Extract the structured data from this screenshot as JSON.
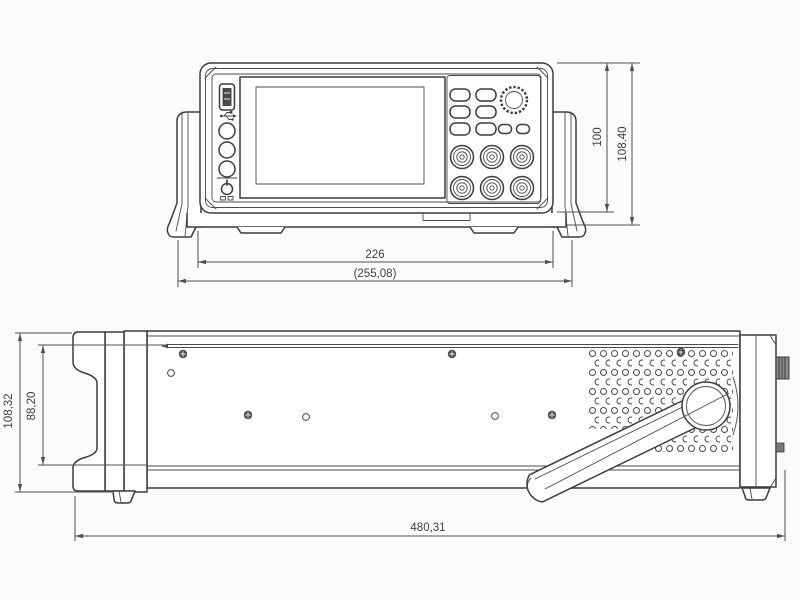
{
  "front_view": {
    "dims": {
      "width_body": "226",
      "width_total": "(255,08)",
      "height_body": "100",
      "height_total": "108.40"
    }
  },
  "side_view": {
    "dims": {
      "height_total": "108,32",
      "height_body": "88,20",
      "width_total": "480,31"
    }
  },
  "colors": {
    "line": "#3c3c3c",
    "dimension": "#4f4f4f",
    "background": "#fbfbfa"
  }
}
